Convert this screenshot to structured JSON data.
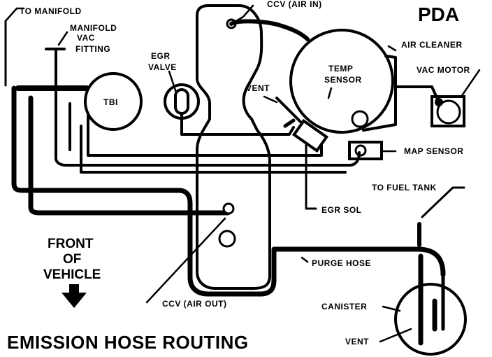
{
  "title": "EMISSION HOSE ROUTING",
  "badge": "PDA",
  "front_label": {
    "line1": "FRONT",
    "line2": "OF",
    "line3": "VEHICLE"
  },
  "labels": {
    "to_manifold": "TO MANIFOLD",
    "manifold_vac_1": "MANIFOLD",
    "manifold_vac_2": "VAC",
    "manifold_vac_3": "FITTING",
    "egr_valve_1": "EGR",
    "egr_valve_2": "VALVE",
    "tbi": "TBI",
    "ccv_air_in": "CCV (AIR IN)",
    "air_cleaner": "AIR CLEANER",
    "temp_sensor_1": "TEMP",
    "temp_sensor_2": "SENSOR",
    "vent_top": "VENT",
    "vac_motor": "VAC  MOTOR",
    "map_sensor": "MAP SENSOR",
    "to_fuel_tank": "TO FUEL TANK",
    "egr_sol": "EGR SOL",
    "purge_hose": "PURGE HOSE",
    "ccv_air_out": "CCV (AIR OUT)",
    "canister": "CANISTER",
    "vent_bottom": "VENT"
  }
}
